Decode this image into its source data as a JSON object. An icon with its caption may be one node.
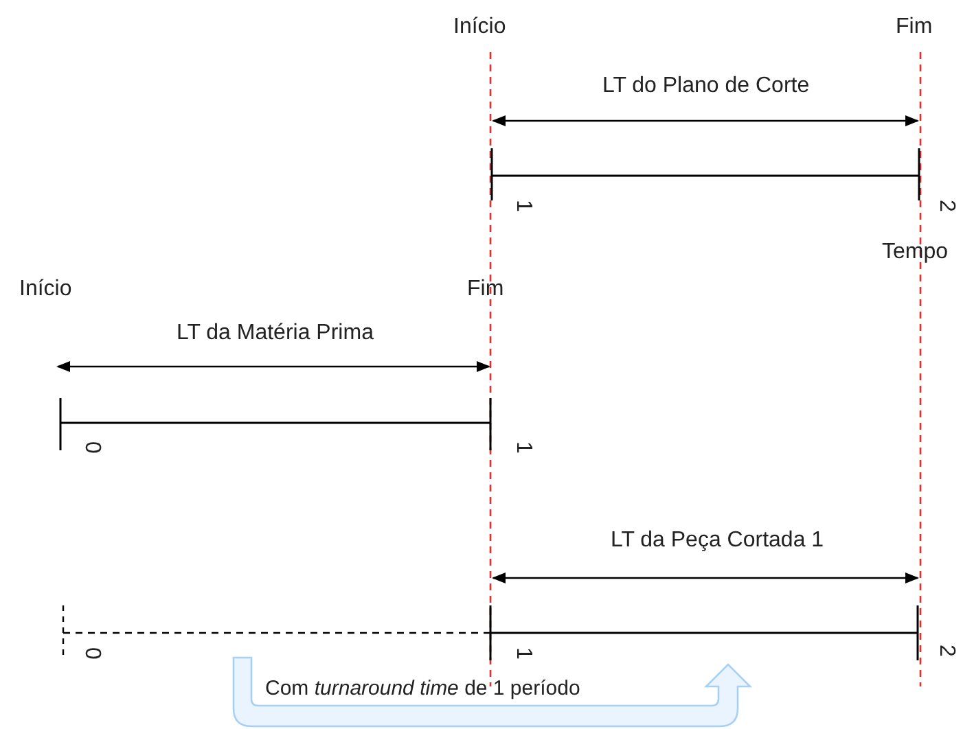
{
  "diagram": {
    "labels": [
      "Início",
      "Fim",
      "LT do Plano de Corte",
      "1",
      "2",
      "Tempo",
      "Início",
      "Fim",
      "LT da Matéria Prima",
      "0",
      "1",
      "LT da Peça Cortada 1",
      "0",
      "1",
      "2",
      "Com *turnaround time* de 1 período"
    ]
  }
}
